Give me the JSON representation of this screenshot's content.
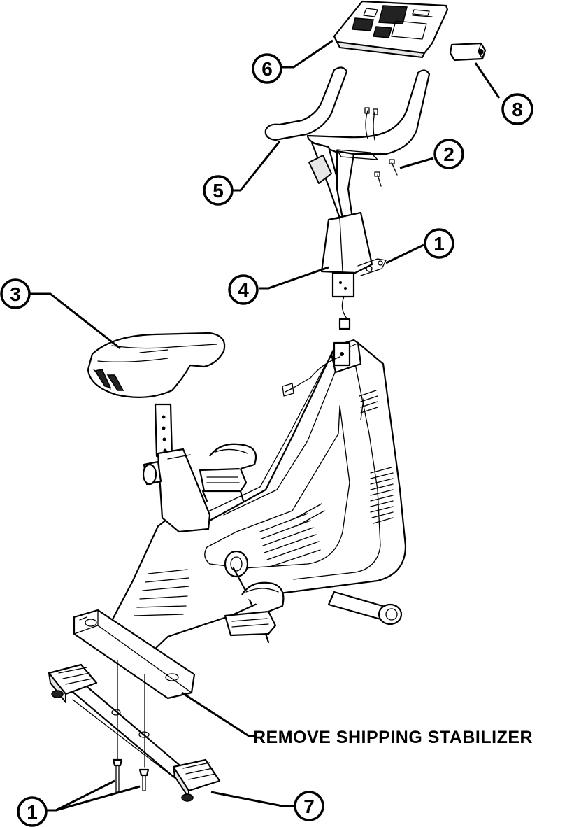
{
  "callouts": {
    "c1_top": "1",
    "c2": "2",
    "c3": "3",
    "c4": "4",
    "c5": "5",
    "c6": "6",
    "c7": "7",
    "c8": "8",
    "c1_bottom": "1"
  },
  "caption": "REMOVE SHIPPING STABILIZER"
}
